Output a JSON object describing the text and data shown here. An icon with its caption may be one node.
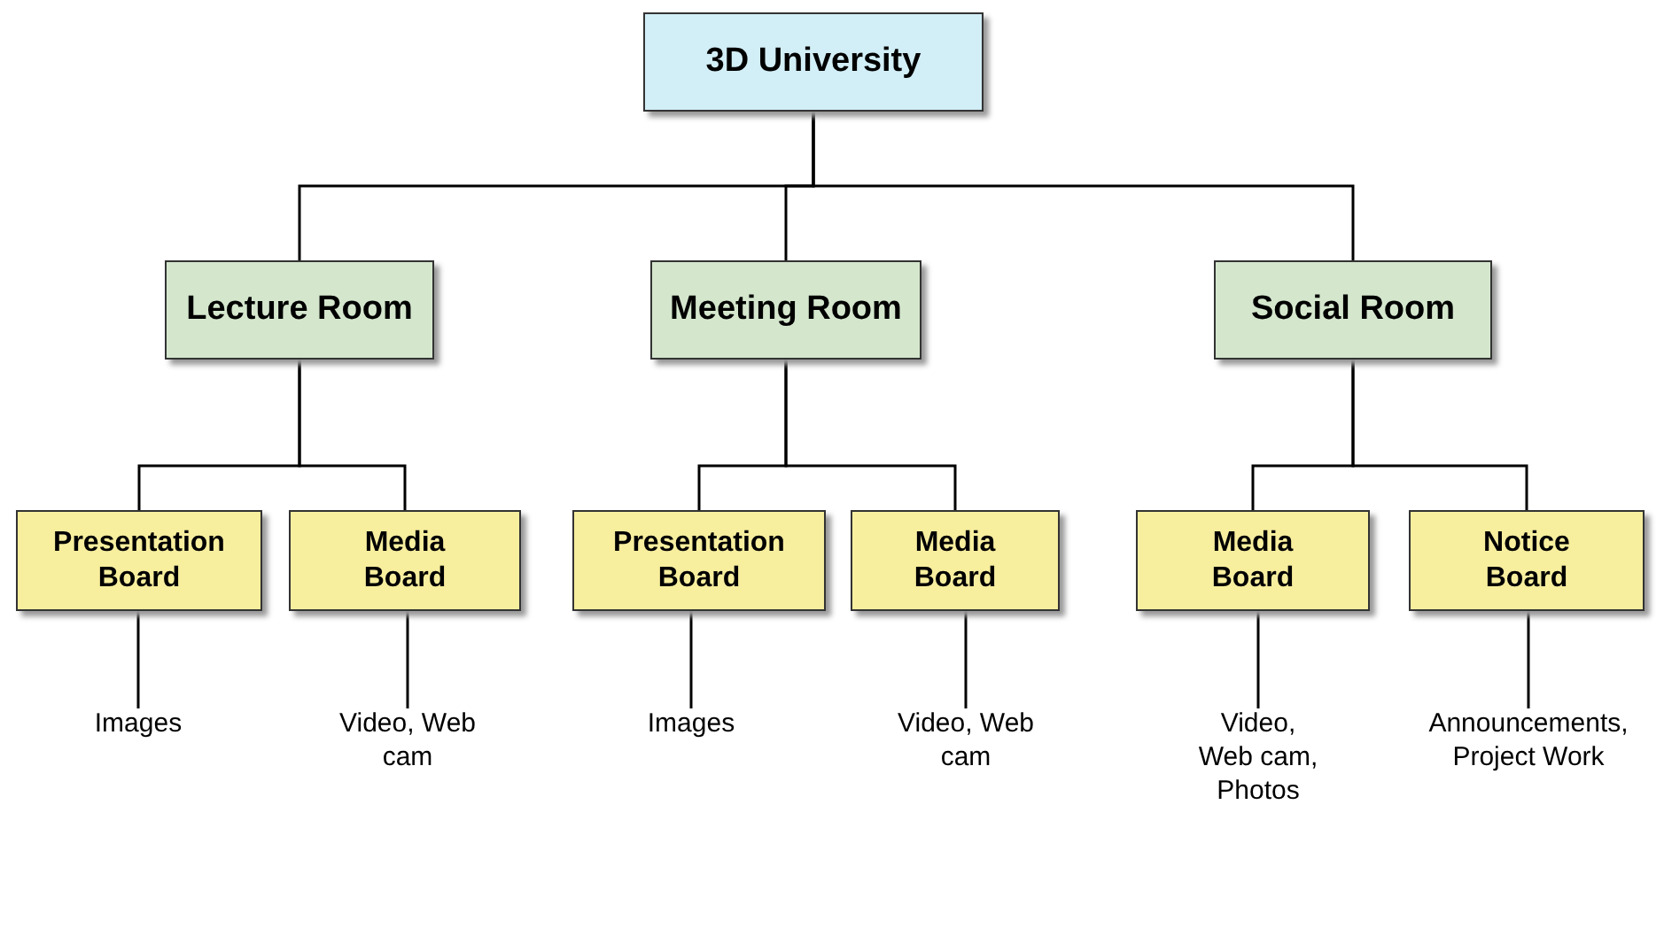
{
  "diagram": {
    "nodes": [
      {
        "text": [
          "3D University"
        ]
      },
      {
        "text": [
          "Lecture Room"
        ]
      },
      {
        "text": [
          "Meeting Room"
        ]
      },
      {
        "text": [
          "Social Room"
        ]
      },
      {
        "text": [
          "Presentation Board"
        ]
      },
      {
        "text": [
          "Media Board"
        ]
      },
      {
        "text": [
          "Presentation Board"
        ]
      },
      {
        "text": [
          "Media Board"
        ]
      },
      {
        "text": [
          "Media Board"
        ]
      },
      {
        "text": [
          "Notice Board"
        ]
      },
      {
        "text": [
          "Images"
        ]
      },
      {
        "text": [
          "Video, Web cam"
        ]
      },
      {
        "text": [
          "Images"
        ]
      },
      {
        "text": [
          "Video, Web cam"
        ]
      },
      {
        "text": [
          "Video, Web cam, Photos"
        ]
      },
      {
        "text": [
          "Announcements, Project Work"
        ]
      }
    ],
    "edges": [
      {
        "from": 0,
        "to": 1,
        "arrow": "none"
      },
      {
        "from": 0,
        "to": 2,
        "arrow": "none"
      },
      {
        "from": 0,
        "to": 3,
        "arrow": "none"
      },
      {
        "from": 1,
        "to": 4,
        "arrow": "none"
      },
      {
        "from": 1,
        "to": 5,
        "arrow": "none"
      },
      {
        "from": 2,
        "to": 6,
        "arrow": "none"
      },
      {
        "from": 2,
        "to": 7,
        "arrow": "none"
      },
      {
        "from": 3,
        "to": 8,
        "arrow": "none"
      },
      {
        "from": 3,
        "to": 9,
        "arrow": "none"
      },
      {
        "from": 4,
        "to": 10,
        "arrow": "none"
      },
      {
        "from": 5,
        "to": 11,
        "arrow": "none"
      },
      {
        "from": 6,
        "to": 12,
        "arrow": "none"
      },
      {
        "from": 7,
        "to": 13,
        "arrow": "none"
      },
      {
        "from": 8,
        "to": 14,
        "arrow": "none"
      },
      {
        "from": 9,
        "to": 15,
        "arrow": "none"
      }
    ]
  }
}
